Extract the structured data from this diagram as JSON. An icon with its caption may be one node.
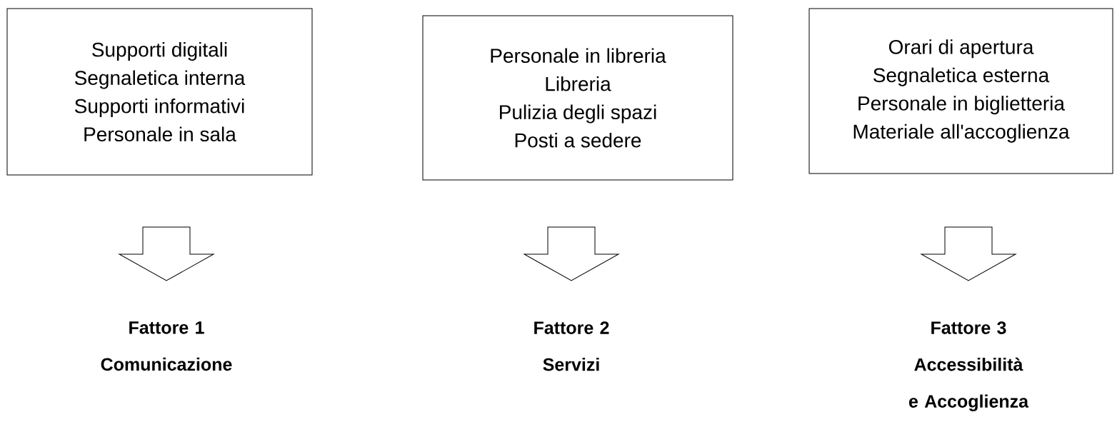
{
  "diagram": {
    "nodes": [
      {
        "text": [
          "Supporti digitali",
          "Segnaletica interna",
          "Supporti informativi",
          "Personale in sala"
        ]
      },
      {
        "text": [
          "Personale in libreria",
          "Libreria",
          "Pulizia degli spazi",
          "Posti a sedere"
        ]
      },
      {
        "text": [
          "Orari di apertura",
          "Segnaletica esterna",
          "Personale in biglietteria",
          "Materiale all'accoglienza"
        ]
      },
      {
        "text": [
          "Fattore 1",
          "Comunicazione"
        ]
      },
      {
        "text": [
          "Fattore 2",
          "Servizi"
        ]
      },
      {
        "text": [
          "Fattore 3",
          "Accessibilità e Accoglienza"
        ]
      }
    ],
    "edges": [
      {
        "from": 0,
        "to": 3,
        "arrow": "to"
      },
      {
        "from": 1,
        "to": 4,
        "arrow": "to"
      },
      {
        "from": 2,
        "to": 5,
        "arrow": "to"
      }
    ]
  }
}
